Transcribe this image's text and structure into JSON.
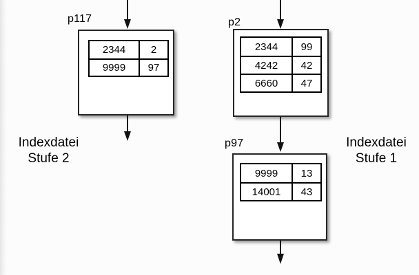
{
  "diagram": {
    "nodes": [
      {
        "id": "p117",
        "label": "p117",
        "rows": [
          [
            "2344",
            "2"
          ],
          [
            "9999",
            "97"
          ]
        ]
      },
      {
        "id": "p2",
        "label": "p2",
        "rows": [
          [
            "2344",
            "99"
          ],
          [
            "4242",
            "42"
          ],
          [
            "6660",
            "47"
          ]
        ]
      },
      {
        "id": "p97",
        "label": "p97",
        "rows": [
          [
            "9999",
            "13"
          ],
          [
            "14001",
            "43"
          ]
        ]
      }
    ],
    "captions": [
      {
        "id": "level2",
        "line1": "Indexdatei",
        "line2": "Stufe 2"
      },
      {
        "id": "level1",
        "line1": "Indexdatei",
        "line2": "Stufe 1"
      }
    ],
    "colors": {
      "background": "#fcfcfc",
      "ink": "#1c1c1c",
      "box_fill": "#ffffff"
    }
  }
}
